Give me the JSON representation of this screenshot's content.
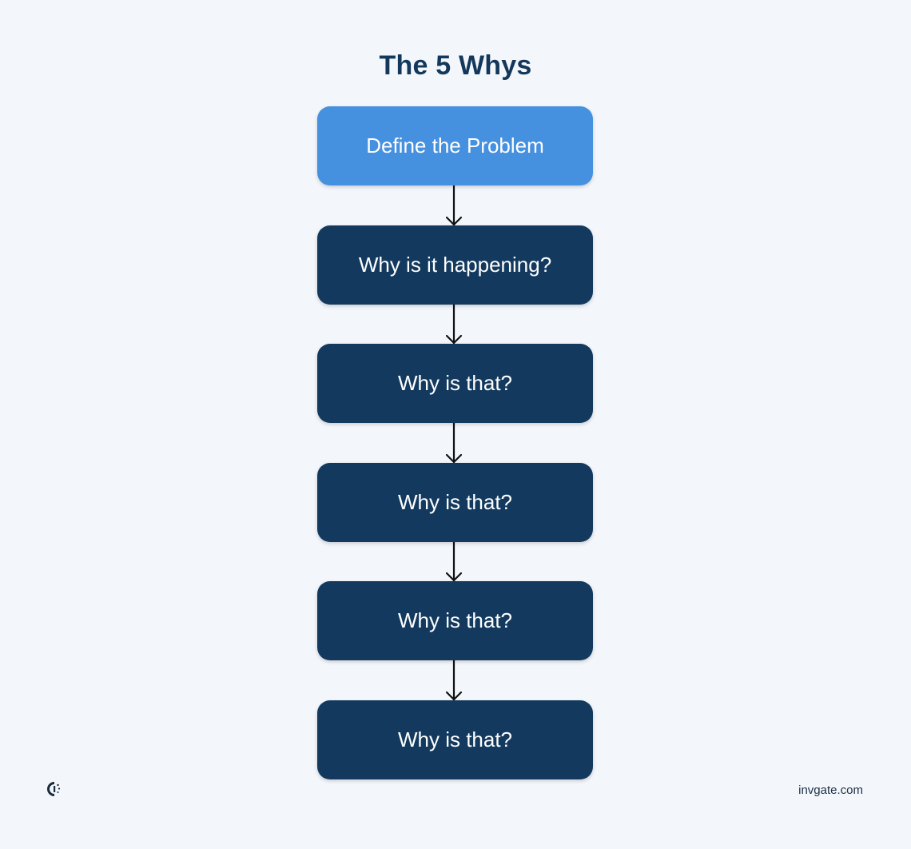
{
  "title": "The 5 Whys",
  "steps": [
    "Define the Problem",
    "Why is it happening?",
    "Why is that?",
    "Why is that?",
    "Why is that?",
    "Why is that?"
  ],
  "footer": {
    "domain": "invgate.com",
    "logo_icon": "invgate-logo-icon"
  },
  "colors": {
    "background": "#f3f7fb",
    "title": "#13385b",
    "primary_box": "#4690e0",
    "step_box": "#133a5e",
    "box_text": "#ffffff",
    "arrow": "#111111"
  }
}
